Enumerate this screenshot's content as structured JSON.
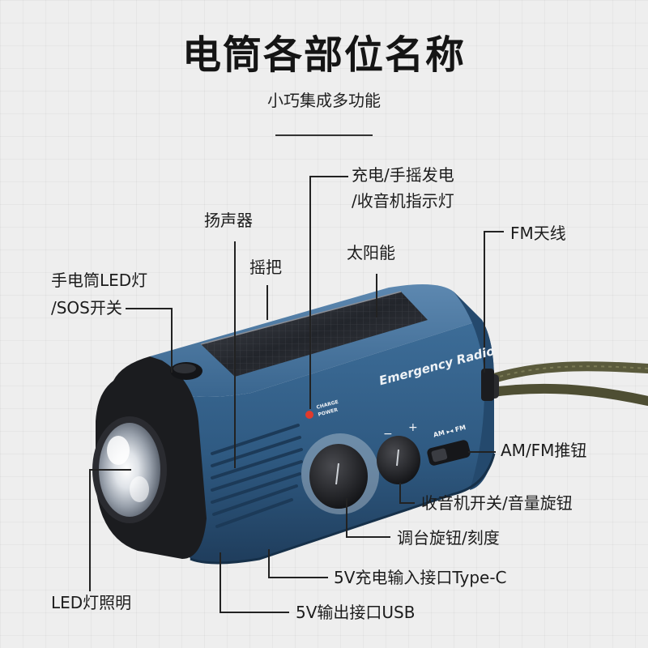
{
  "header": {
    "title": "电筒各部位名称",
    "subtitle": "小巧集成多功能"
  },
  "labels": {
    "indicator_line1": "充电/手摇发电",
    "indicator_line2": "/收音机指示灯",
    "speaker": "扬声器",
    "crank": "摇把",
    "solar": "太阳能",
    "fm_antenna": "FM天线",
    "flashlight_line1": "手电筒LED灯",
    "flashlight_line2": "/SOS开关",
    "am_fm_switch": "AM/FM推钮",
    "power_volume": "收音机开关/音量旋钮",
    "tuning": "调台旋钮/刻度",
    "type_c": "5V充电输入接口Type-C",
    "led": "LED灯照明",
    "usb": "5V输出接口USB"
  },
  "device_markings": {
    "brand_text": "Emergency Radio",
    "charge_label": "CHARGE",
    "power_label": "POWER",
    "band_label": "AM ▸◂ FM",
    "minus_sign": "−",
    "plus_sign": "+"
  },
  "colors": {
    "body_blue": "#2f5a82",
    "body_dark": "#1f3d5c",
    "cap_black": "#1b1c1f",
    "leader_line": "#222222",
    "strap": "#5a5a3c"
  }
}
